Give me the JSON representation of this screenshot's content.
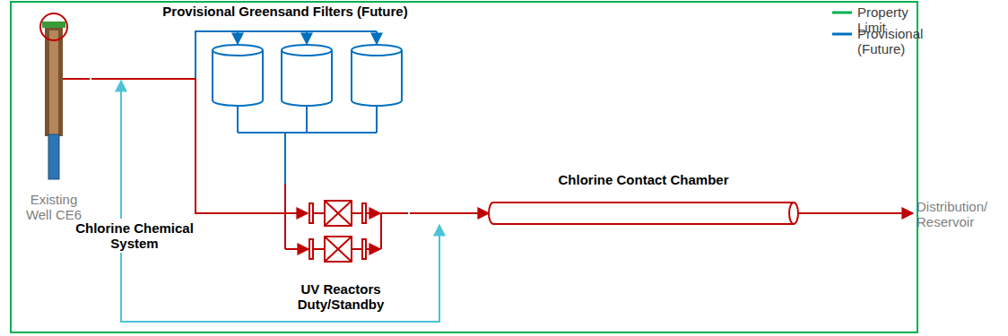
{
  "diagram": {
    "nodes": [
      {
        "text": [
          "Existing Well CE6"
        ]
      },
      {
        "text": [
          "Provisional Greensand Filters (Future)"
        ]
      },
      {
        "text": [
          "Chlorine Chemical System"
        ]
      },
      {
        "text": [
          "UV Reactors Duty/Standby"
        ]
      },
      {
        "text": [
          "Chlorine Contact Chamber"
        ]
      },
      {
        "text": [
          "Distribution/ Reservoir"
        ]
      }
    ],
    "edges": [
      {
        "from": 0,
        "to": 3,
        "arrow": "to"
      },
      {
        "from": 0,
        "to": 1,
        "arrow": "to"
      },
      {
        "from": 1,
        "to": 3,
        "arrow": "none"
      },
      {
        "from": 3,
        "to": 4,
        "arrow": "to"
      },
      {
        "from": 4,
        "to": 5,
        "arrow": "to"
      },
      {
        "from": 2,
        "to": 1,
        "arrow": "to"
      },
      {
        "from": 2,
        "to": 4,
        "arrow": "to"
      }
    ],
    "legend": [
      {
        "text": "Property Limit"
      },
      {
        "text": "Provisional (Future)"
      }
    ]
  }
}
